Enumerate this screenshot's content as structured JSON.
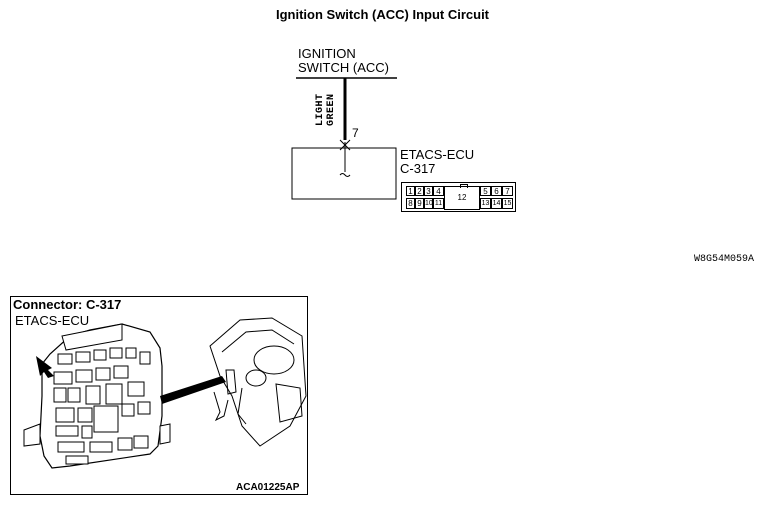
{
  "title": "Ignition Switch (ACC) Input Circuit",
  "switch_label_line1": "IGNITION",
  "switch_label_line2": "SWITCH (ACC)",
  "wire_color_line1": "LIGHT",
  "wire_color_line2": "GREEN",
  "pin_number": "7",
  "ecu_label_line1": "ETACS-ECU",
  "ecu_label_line2": "C-317",
  "connector_pins_top": [
    "1",
    "2",
    "3",
    "4",
    "5",
    "6",
    "7"
  ],
  "connector_pins_bottom": [
    "8",
    "9",
    "10",
    "11",
    "13",
    "14",
    "15"
  ],
  "connector_pin_center": "12",
  "diagram_code": "W8G54M059A",
  "panel": {
    "title": "Connector: C-317",
    "subtitle": "ETACS-ECU",
    "code": "ACA01225AP"
  }
}
